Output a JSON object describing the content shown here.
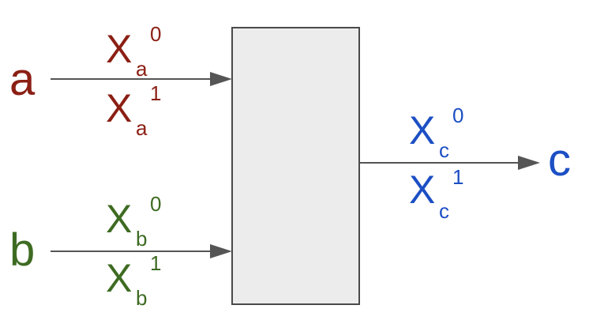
{
  "colors": {
    "input_a": "#8b1f14",
    "input_b": "#3e6b22",
    "output_c": "#1c4fc4",
    "wire": "#555555",
    "box_fill": "#ececec",
    "box_stroke": "#4a4a4a"
  },
  "inputs": [
    {
      "name": "a",
      "labels": [
        {
          "base": "X",
          "sub": "a",
          "sup": "0"
        },
        {
          "base": "X",
          "sub": "a",
          "sup": "1"
        }
      ]
    },
    {
      "name": "b",
      "labels": [
        {
          "base": "X",
          "sub": "b",
          "sup": "0"
        },
        {
          "base": "X",
          "sub": "b",
          "sup": "1"
        }
      ]
    }
  ],
  "output": {
    "name": "c",
    "labels": [
      {
        "base": "X",
        "sub": "c",
        "sup": "0"
      },
      {
        "base": "X",
        "sub": "c",
        "sup": "1"
      }
    ]
  }
}
